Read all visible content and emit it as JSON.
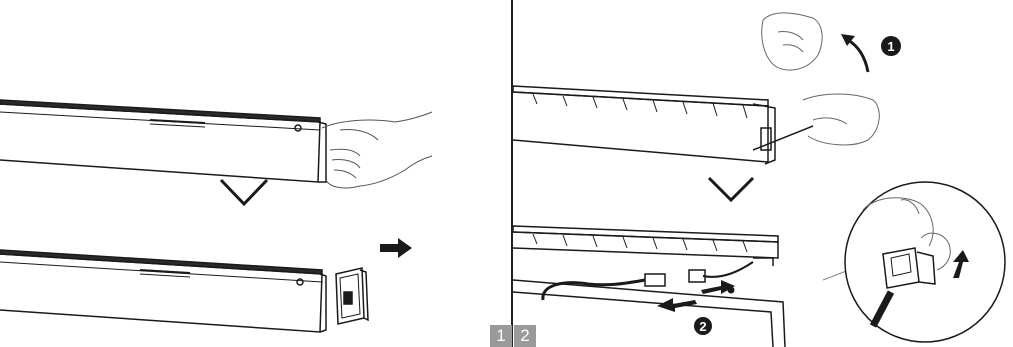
{
  "steps": [
    {
      "number": "1"
    },
    {
      "number": "2"
    }
  ],
  "page_tabs": [
    "1",
    "2"
  ],
  "colors": {
    "line": "#1a1a1a",
    "panel_border": "#222222",
    "tab_bg": "#9a9a9a"
  }
}
